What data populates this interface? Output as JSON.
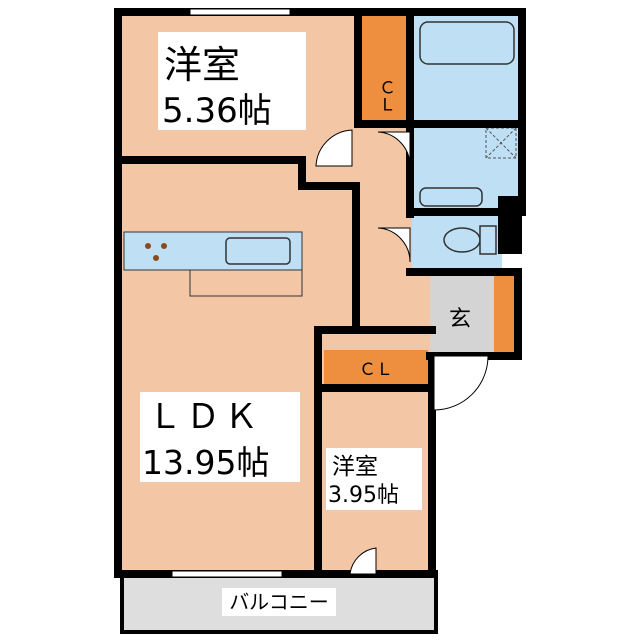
{
  "rooms": {
    "western_room_1": {
      "name": "洋室",
      "area": "5.36帖"
    },
    "ldk": {
      "name": "ＬＤＫ",
      "area": "13.95帖"
    },
    "western_room_2": {
      "name": "洋室",
      "area": "3.95帖"
    },
    "closet_1": {
      "name": "ＣＬ"
    },
    "closet_2": {
      "name": "ＣＬ"
    },
    "entrance": {
      "name": "玄"
    },
    "balcony": {
      "name": "バルコニー"
    }
  },
  "colors": {
    "floor": "#f3c7a6",
    "closet": "#ee8f3f",
    "fixture": "#bfe0f4",
    "entrance": "#d4d4d4",
    "wall": "#000000",
    "balcony": "#dedede"
  }
}
